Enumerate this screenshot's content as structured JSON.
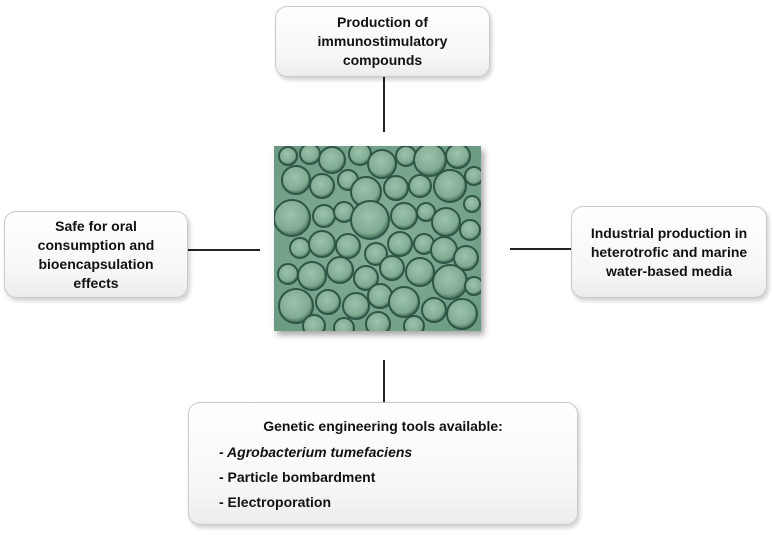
{
  "diagram": {
    "top": {
      "lines": [
        "Production of",
        "immunostimulatory",
        "compounds"
      ]
    },
    "left": {
      "lines": [
        "Safe for oral",
        "consumption and",
        "bioencapsulation",
        "effects"
      ]
    },
    "right": {
      "lines": [
        "Industrial production in",
        "heterotrofic and marine",
        "water-based media"
      ]
    },
    "bottom": {
      "heading": "Genetic engineering tools available:",
      "items": [
        "- Agrobacterium tumefaciens",
        "- Particle bombardment",
        "- Electroporation"
      ]
    },
    "center_image": {
      "content": "micrograph of spherical cells",
      "color": "#7aa68e"
    }
  }
}
